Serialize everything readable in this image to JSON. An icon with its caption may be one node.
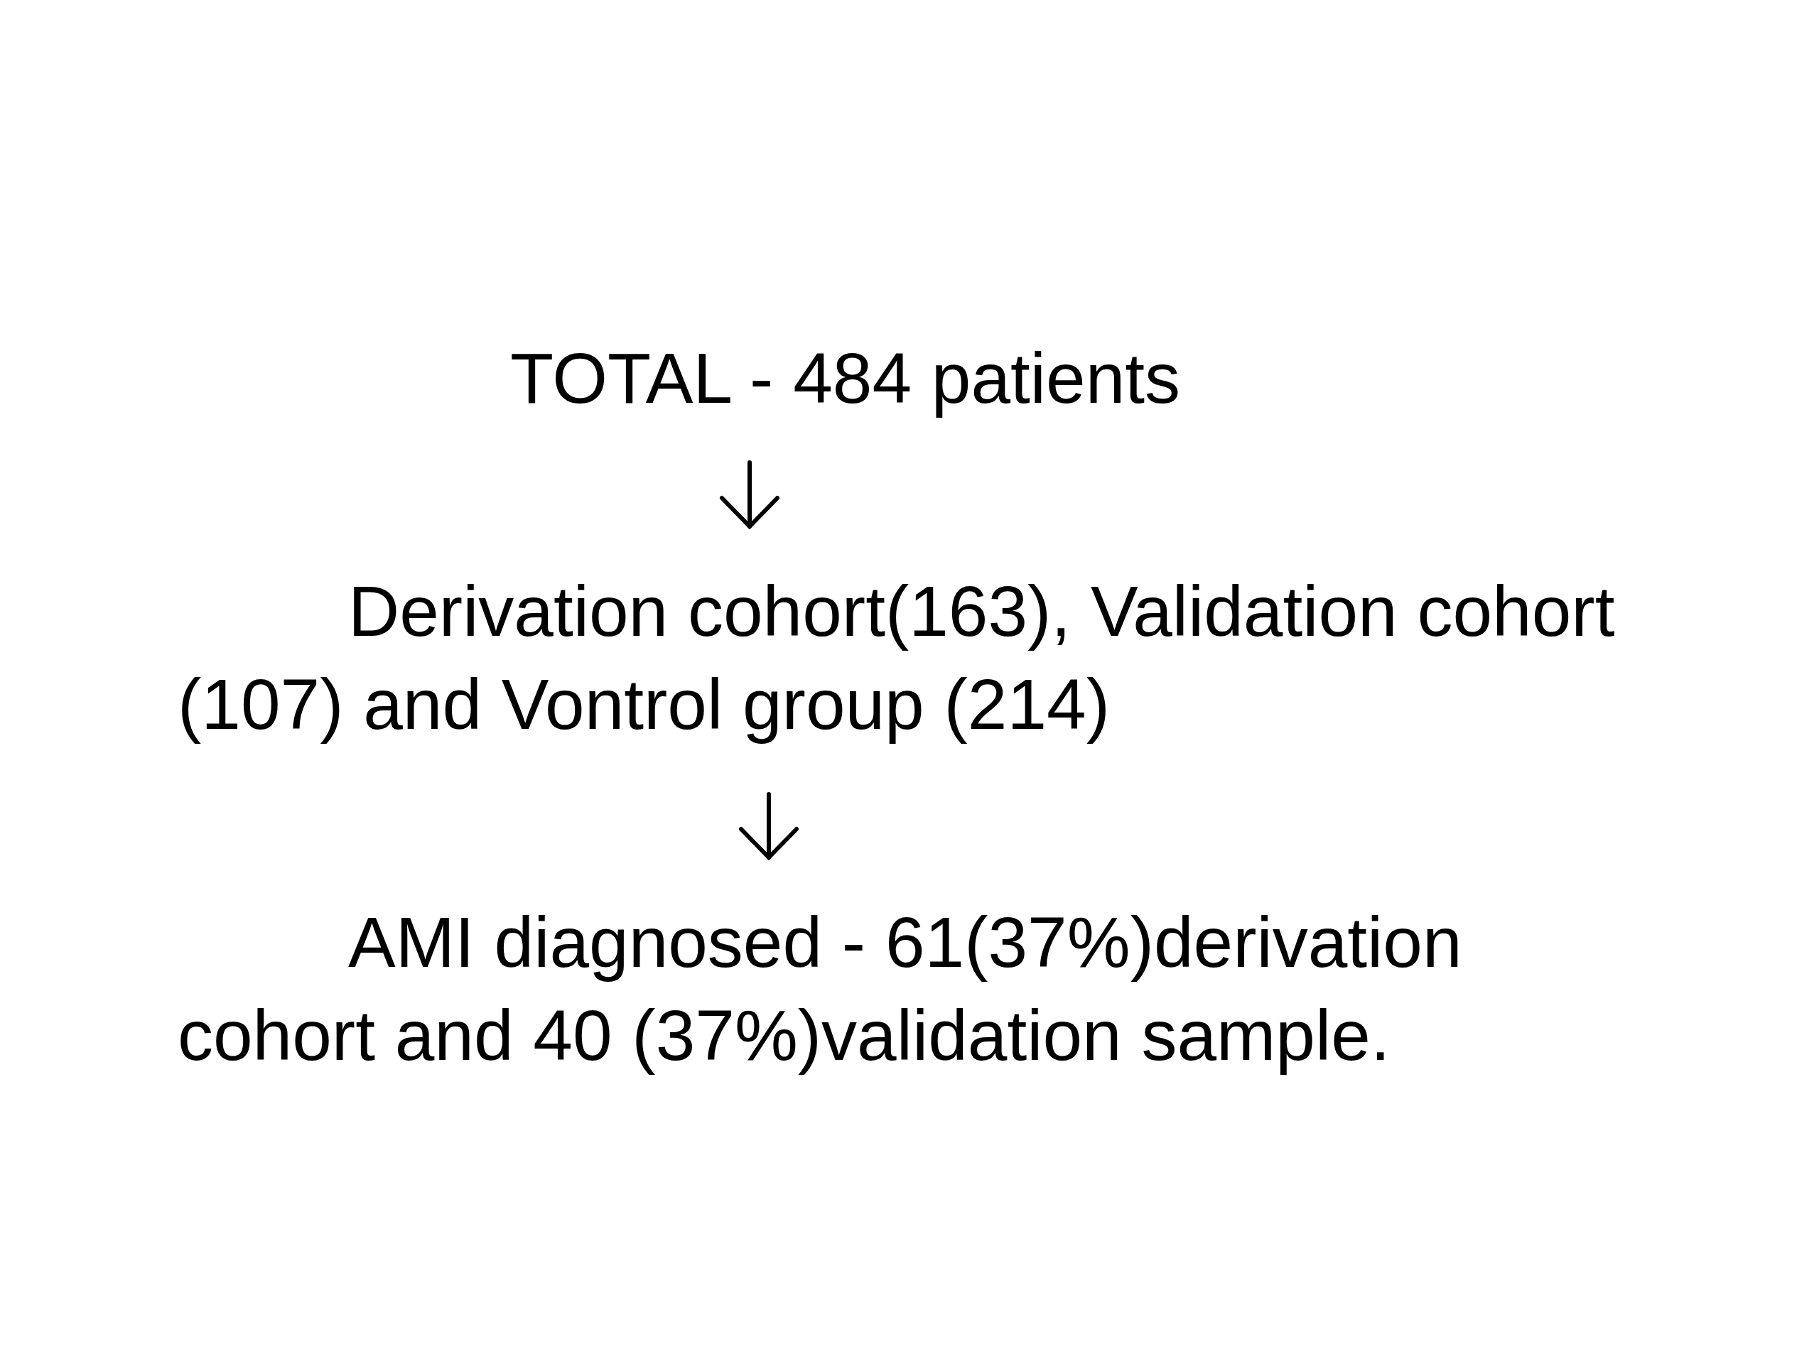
{
  "diagram": {
    "nodes": [
      {
        "text": [
          "TOTAL - 484 patients"
        ]
      },
      {
        "text": [
          "Derivation cohort(163), Validation cohort (107) and Vontrol group (214)"
        ]
      },
      {
        "text": [
          "AMI diagnosed - 61(37%)derivation cohort and 40 (37%)validation sample."
        ]
      }
    ],
    "edges": [
      {
        "from": 0,
        "to": 1,
        "arrow": "to"
      },
      {
        "from": 1,
        "to": 2,
        "arrow": "to"
      }
    ]
  }
}
